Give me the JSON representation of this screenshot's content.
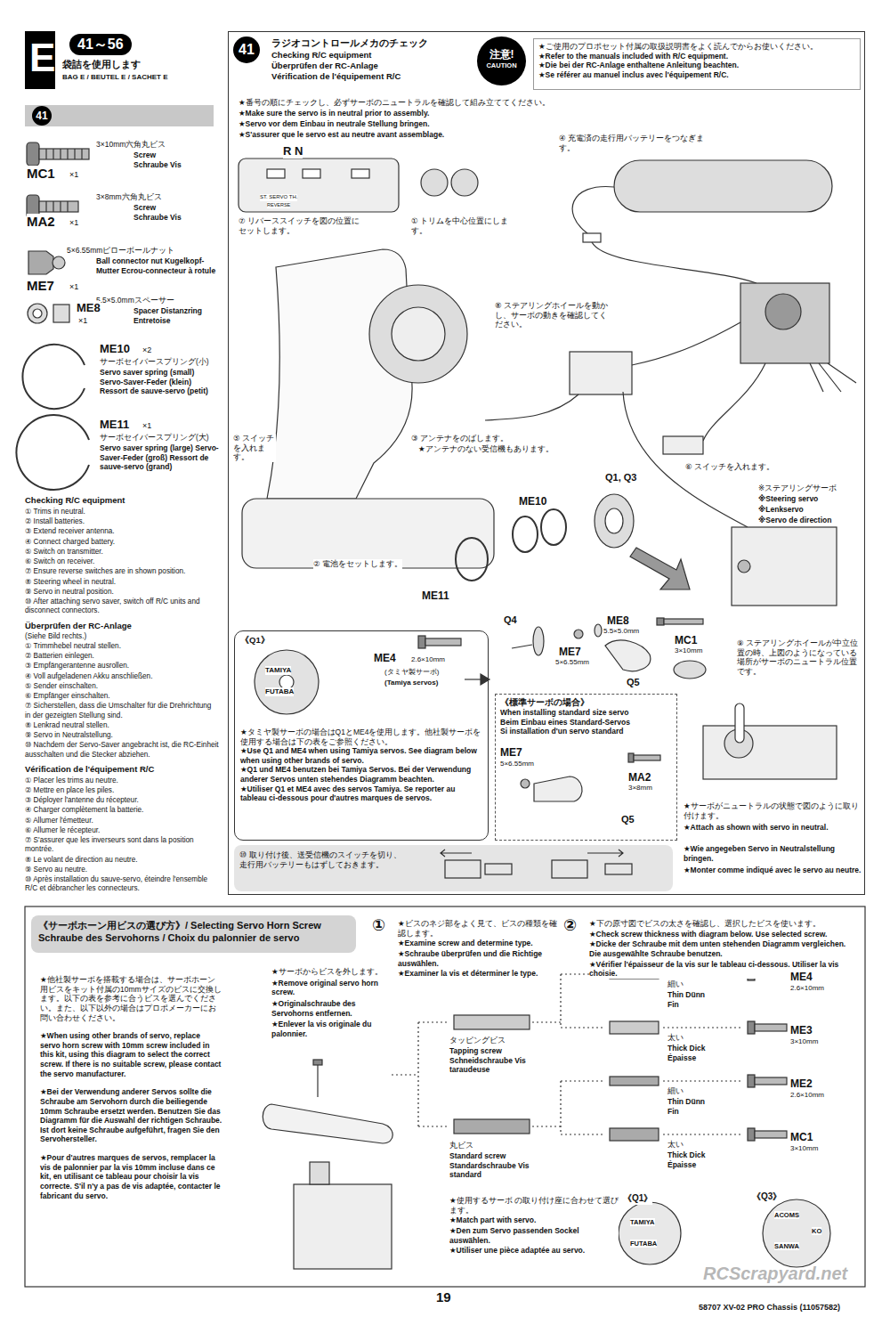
{
  "diagram": {
    "nodes": [
      {
        "text": [
          "E"
        ]
      },
      {
        "text": [
          "41"
        ]
      },
      {
        "text": [
          "ラジオコントロールメカのチェック",
          "Checking R/C equipment",
          "Überprüfen der RC-Anlage",
          "Vérification de l'équipement R/C"
        ]
      },
      {
        "text": [
          "注意!",
          "CAUTION"
        ],
        "in": 2
      },
      {
        "text": [
          "★ご使用のプロポセット付属の取扱説明書をよく読んでからお使いください。",
          "★Refer to the manuals included with R/C equipment.",
          "★Die bei der RC-Anlage enthaltene Anleitung beachten.",
          "★Se référer au manuel inclus avec l'équipement R/C."
        ],
        "in": 2
      },
      {
        "text": [
          "《Q1》",
          "★タミヤ製サーボの場合はQ1とME4を使用します。他社製サーボを使用する場合は下の表をご参照ください。",
          "★Use Q1 and ME4 when using Tamiya servos. See diagram below when using other brands of servo.",
          "★Q1 und ME4 benutzen bei Tamiya Servos. Bei der Verwendung anderer Servos unten stehendes Diagramm beachten.",
          "★Utiliser Q1 et ME4 avec des servos Tamiya. Se reporter au tableau ci-dessous pour d'autres marques de servos."
        ],
        "in": 2
      },
      {
        "text": [
          "《標準サーボの場合》",
          "When installing standard size servo",
          "Beim Einbau eines Standard-Servos",
          "Si installation d'un servo standard"
        ],
        "in": 2
      },
      {
        "text": [
          "⑩ 取り付け後、送受信機のスイッチを切り、走行用バッテリーもはずしておきます。"
        ],
        "in": 2
      },
      {
        "text": [
          "《サーボホーン用ビスの選び方》/ Selecting Servo Horn Screw",
          "Schraube des Servohorns / Choix du palonnier de servo"
        ]
      }
    ],
    "labels": [
      "41～56",
      "袋詰を使用します",
      "BAG E / BEUTEL E / SACHET E",
      "3×10mm六角丸ビス",
      "Screw Schraube Vis",
      "MC1",
      "×1",
      "3×8mm六角丸ビス",
      "Screw Schraube Vis",
      "MA2",
      "×1",
      "5×6.55mmピローボールナット",
      "Ball connector nut Kugelkopf-Mutter Ecrou-connecteur à rotule",
      "ME7",
      "×1",
      "5.5×5.0mmスペーサー",
      "Spacer Distanzring Entretoise",
      "ME8",
      "×1",
      "ME10",
      "×2",
      "サーボセイバースプリング(小)",
      "Servo saver spring (small) Servo-Saver-Feder (klein) Ressort de sauve-servo (petit)",
      "ME11",
      "×1",
      "サーボセイバースプリング(大)",
      "Servo saver spring (large) Servo-Saver-Feder (groß) Ressort de sauve-servo (grand)",
      "Checking R/C equipment",
      "① Trims in neutral.",
      "② Install batteries.",
      "③ Extend receiver antenna.",
      "④ Connect charged battery.",
      "⑤ Switch on transmitter.",
      "⑥ Switch on receiver.",
      "⑦ Ensure reverse switches are in shown position.",
      "⑧ Steering wheel in neutral.",
      "⑨ Servo in neutral position.",
      "⑩ After attaching servo saver, switch off R/C units and disconnect connectors.",
      "Überprüfen der RC-Anlage",
      "(Siehe Bild rechts.)",
      "① Trimmhebel neutral stellen.",
      "② Batterien einlegen.",
      "③ Empfängerantenne ausrollen.",
      "④ Voll aufgeladenen Akku anschließen.",
      "⑤ Sender einschalten.",
      "⑥ Empfänger einschalten.",
      "⑦ Sicherstellen, dass die Umschalter für die Drehrichtung in der gezeigten Stellung sind.",
      "⑧ Lenkrad neutral stellen.",
      "⑨ Servo in Neutralstellung.",
      "⑩ Nachdem der Servo-Saver angebracht ist, die RC-Einheit ausschalten und die Stecker abziehen.",
      "Vérification de l'équipement R/C",
      "① Placer les trims au neutre.",
      "② Mettre en place les piles.",
      "③ Déployer l'antenne du récepteur.",
      "④ Charger complètement la batterie.",
      "⑤ Allumer l'émetteur.",
      "⑥ Allumer le récepteur.",
      "⑦ S'assurer que les inverseurs sont dans la position montrée.",
      "⑧ Le volant de direction au neutre.",
      "⑨ Servo au neutre.",
      "⑩ Après installation du sauve-servo, éteindre l'ensemble R/C et débrancher les connecteurs.",
      "41",
      "★番号の順にチェックし、必ずサーボのニュートラルを確認して組み立ててください。",
      "★Make sure the servo is in neutral prior to assembly.",
      "★Servo vor dem Einbau in neutrale Stellung bringen.",
      "★S'assurer que le servo est au neutre avant assemblage.",
      "R N",
      "ST. SERVO TH.",
      "REVERSE",
      "⑦ リバーススイッチを図の位置にセットします。",
      "① トリムを中心位置にします。",
      "④ 充電済の走行用バッテリーをつなぎます。",
      "⑧ ステアリングホイールを動かし、サーボの動きを確認してください。",
      "⑤ スイッチを入れます。",
      "③ アンテナをのばします。",
      "★アンテナのない受信機もあります。",
      "⑥ スイッチを入れます。",
      "Q1, Q3",
      "※ステアリングサーボ",
      "※Steering servo",
      "※Lenkservo",
      "※Servo de direction",
      "ME10",
      "ME11",
      "ME8",
      "5.5×5.0mm",
      "ME7",
      "5×6.55mm",
      "Q4",
      "Q5",
      "MC1",
      "3×10mm",
      "② 電池をセットします。",
      "⑨ ステアリングホイールが中立位置の時、上図のようになっている場所がサーボのニュートラル位置です。",
      "★サーボがニュートラルの状態で図のように取り付けます。",
      "★Attach as shown with servo in neutral.",
      "★Wie angegeben Servo in Neutralstellung bringen.",
      "★Monter comme indiqué avec le servo au neutre.",
      "TAMIYA",
      "FUTABA",
      "ME4",
      "2.6×10mm",
      "(タミヤ製サーボ)",
      "(Tamiya servos)",
      "ME7",
      "5×6.55mm",
      "MA2",
      "3×8mm",
      "Q5",
      "★他社製サーボを搭載する場合は、サーボホーン用ビスをキット付属の10mmサイズのビスに交換します。以下の表を参考に合うビスを選んでください。また、以下以外の場合はプロポメーカーにお問い合わせください。",
      "★When using other brands of servo, replace servo horn screw with 10mm screw included in this kit, using this diagram to select the correct screw. If there is no suitable screw, please contact the servo manufacturer.",
      "★Bei der Verwendung anderer Servos sollte die Schraube am Servohorn durch die beiliegende 10mm Schraube ersetzt werden. Benutzen Sie das Diagramm für die Auswahl der richtigen Schraube. Ist dort keine Schraube aufgeführt, fragen Sie den Servohersteller.",
      "★Pour d'autres marques de servos, remplacer la vis de palonnier par la vis 10mm incluse dans ce kit, en utilisant ce tableau pour choisir la vis correcte. S'il n'y a pas de vis adaptée, contacter le fabricant du servo.",
      "★サーボからビスを外します。",
      "★Remove original servo horn screw.",
      "★Originalschraube des Servohorns entfernen.",
      "★Enlever la vis originale du palonnier.",
      "①",
      "★ビスのネジ部をよく見て、ビスの種類を確認します。",
      "★Examine screw and determine type.",
      "★Schraube überprüfen und die Richtige auswählen.",
      "★Examiner la vis et déterminer le type.",
      "②",
      "★下の原寸図でビスの太さを確認し、選択したビスを使います。",
      "★Check screw thickness with diagram below. Use selected screw.",
      "★Dicke der Schraube mit dem unten stehenden Diagramm vergleichen. Die ausgewählte Schraube benutzen.",
      "★Vérifier l'épaisseur de la vis sur le tableau ci-dessous. Utiliser la vis choisie.",
      "タッピングビス",
      "Tapping screw Schneidschraube Vis taraudeuse",
      "丸ビス",
      "Standard screw Standardschraube Vis standard",
      "細い",
      "Thin Dünn Fin",
      "太い",
      "Thick Dick Épaisse",
      "細い",
      "Thin Dünn Fin",
      "太い",
      "Thick Dick Épaisse",
      "ME4",
      "2.6×10mm",
      "ME3",
      "3×10mm",
      "ME2",
      "2.6×10mm",
      "MC1",
      "3×10mm",
      "★使用するサーボ の取り付け座に合わせて選びます。",
      "★Match part with servo.",
      "★Den zum Servo passenden Sockel auswählen.",
      "★Utiliser une pièce adaptée au servo.",
      "《Q1》",
      "TAMIYA",
      "FUTABA",
      "《Q3》",
      "ACOMS",
      "KO",
      "SANWA",
      "19",
      "58707 XV-02 PRO Chassis (11057582)",
      "RCScrapyard.net"
    ]
  }
}
